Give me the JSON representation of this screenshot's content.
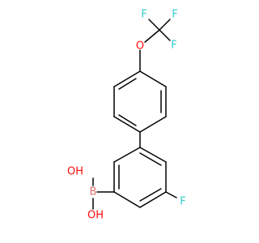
{
  "molecule": {
    "atoms": {
      "f_top_left": "F",
      "f_top_right": "F",
      "f_top_mid": "F",
      "o_ether": "O",
      "f_ring": "F",
      "boron": "B",
      "oh_upper": "OH",
      "oh_lower": "OH"
    },
    "colors": {
      "fluorine": "#33cccc",
      "oxygen": "#ff0d0d",
      "boron": "#e07070",
      "bond": "#000000"
    }
  }
}
